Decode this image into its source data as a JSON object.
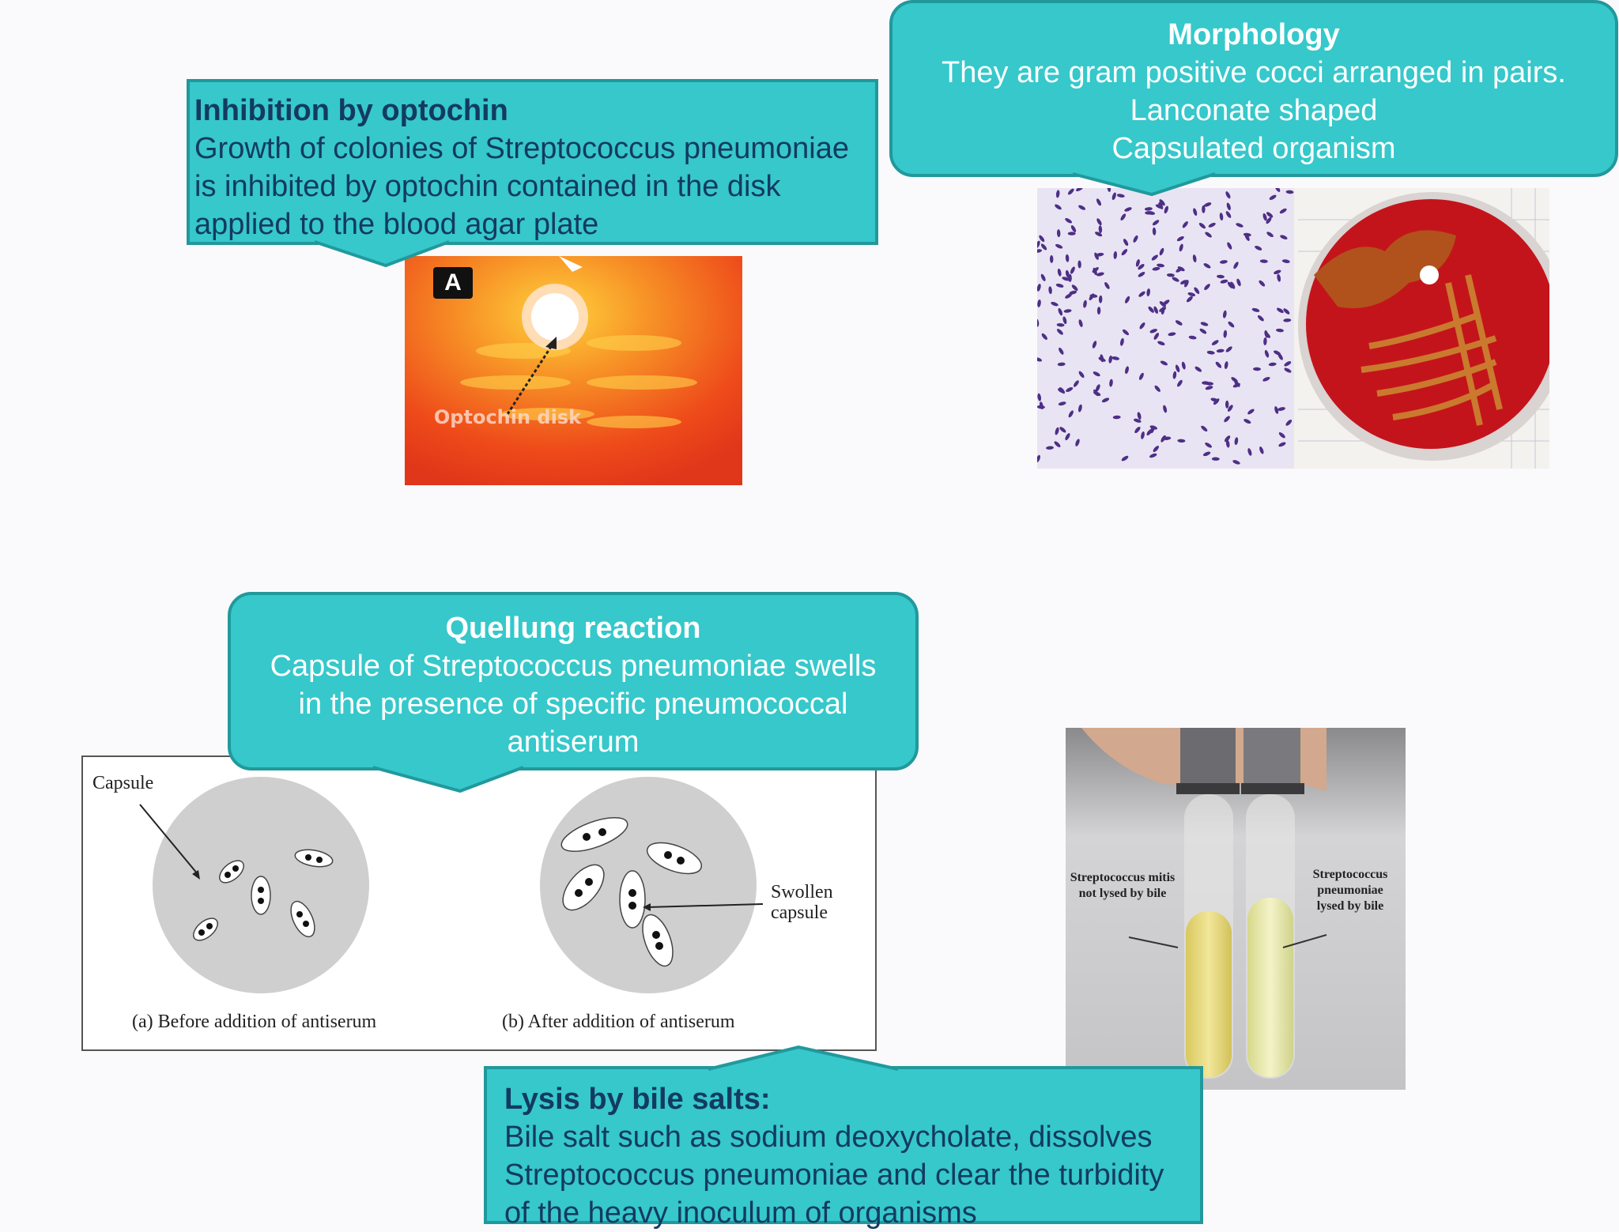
{
  "optochin": {
    "heading": "Inhibition by optochin",
    "body": "Growth of colonies of Streptococcus pneumoniae is inhibited by optochin contained in the disk applied to the blood agar plate",
    "figure_letter": "A",
    "figure_label": "Optochin disk"
  },
  "morphology": {
    "heading": "Morphology",
    "lines": [
      "They are gram positive cocci arranged in pairs.",
      "Lanconate shaped",
      "Capsulated organism"
    ]
  },
  "quellung": {
    "heading": "Quellung reaction",
    "body": "Capsule of Streptococcus pneumoniae swells in the presence of specific pneumococcal antiserum",
    "figure": {
      "capsule_label": "Capsule",
      "swollen_label": "Swollen capsule",
      "caption_a": "(a) Before addition of antiserum",
      "caption_b": "(b) After addition of antiserum"
    }
  },
  "bile": {
    "heading": "Lysis by bile salts:",
    "body": "Bile salt such as sodium deoxycholate, dissolves Streptococcus pneumoniae and clear the turbidity of the heavy inoculum of organisms",
    "left_tube_label": "Streptococcus mitis not lysed by bile",
    "right_tube_label": "Streptococcus pneumoniae lysed by bile"
  },
  "colors": {
    "callout_fill": "#36c8cb",
    "callout_border": "#21999c",
    "dark_text": "#133a63"
  }
}
